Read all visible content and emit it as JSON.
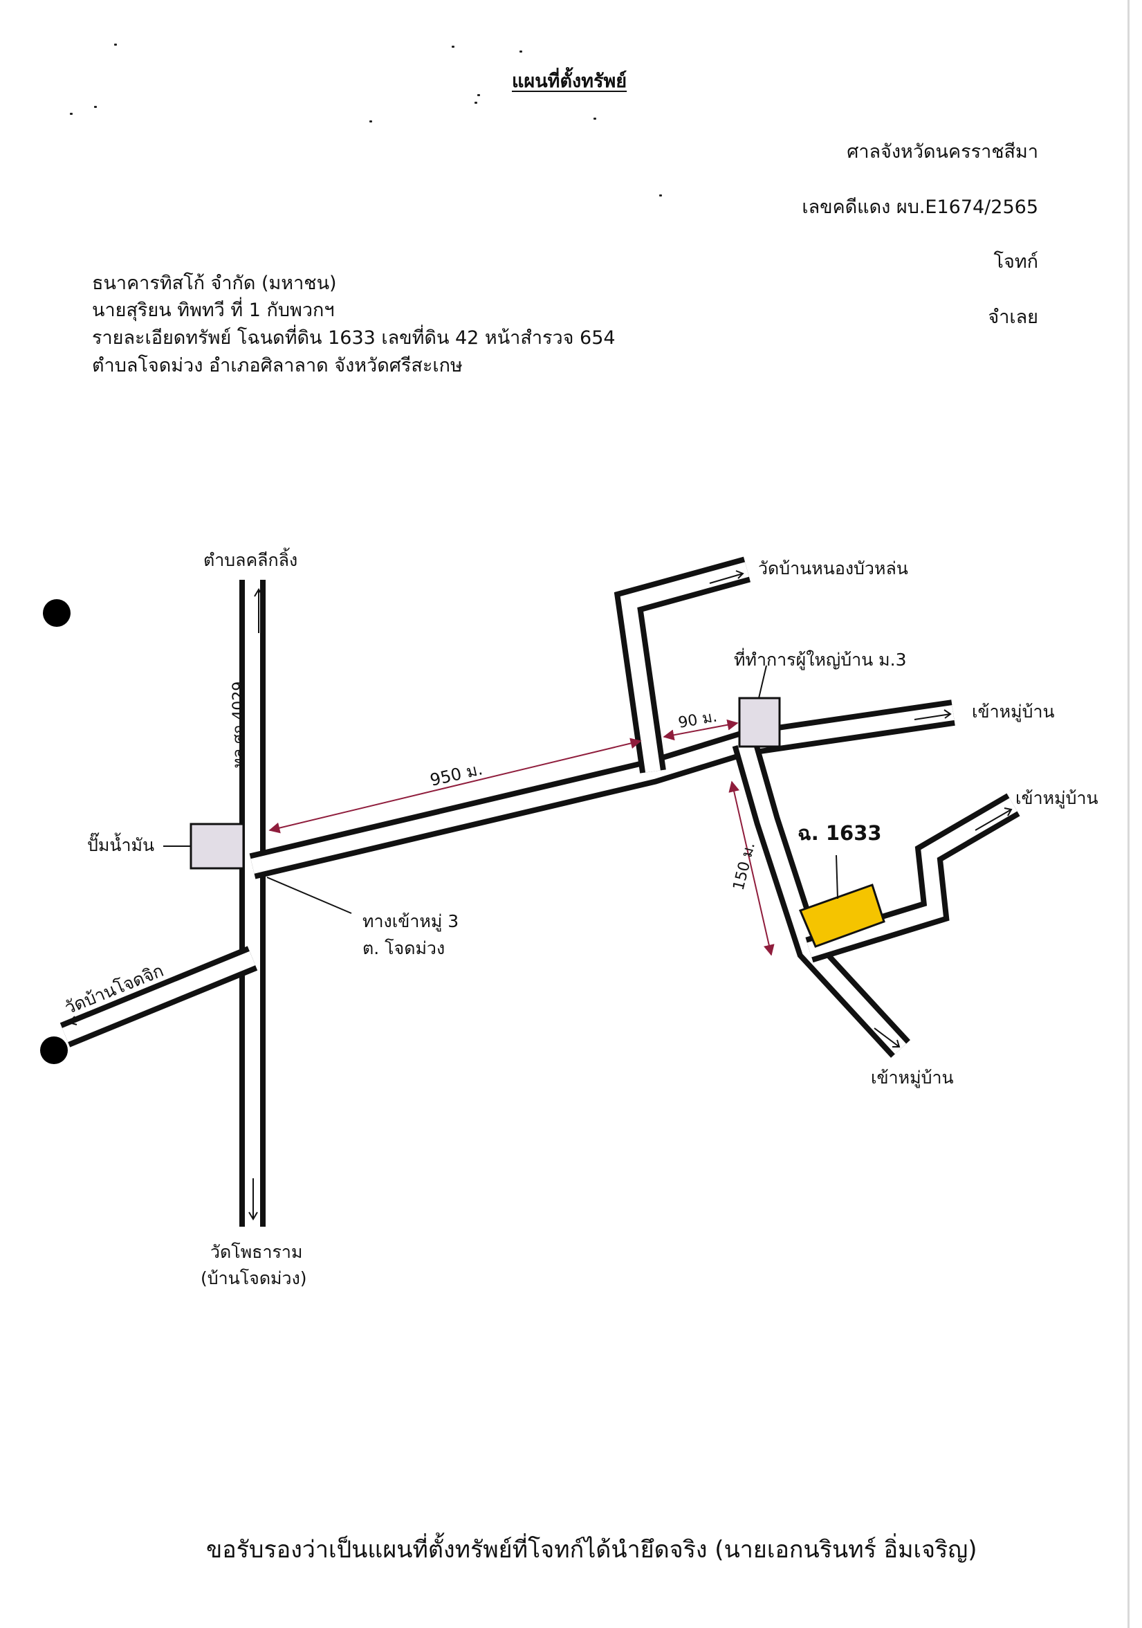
{
  "document": {
    "title": "แผนที่ตั้งทรัพย์",
    "court": "ศาลจังหวัดนครราชสีมา",
    "case_number": "เลขคดีแดง ผบ.E1674/2565",
    "plaintiff_label": "โจทก์",
    "defendant_label": "จำเลย",
    "plaintiff_name": "ธนาคารทิสโก้ จำกัด (มหาชน)",
    "defendant_name": "นายสุริยน  ทิพทวี ที่ 1 กับพวกฯ",
    "property_detail": "รายละเอียดทรัพย์ โฉนดที่ดิน 1633 เลขที่ดิน 42 หน้าสำรวจ 654",
    "property_location": "ตำบลโจดม่วง  อำเภอศิลาลาด  จังหวัดศรีสะเกษ",
    "certification": "ขอรับรองว่าเป็นแผนที่ตั้งทรัพย์ที่โจทก์ได้นำยึดจริง (นายเอกนรินทร์ อิ่มเจริญ)"
  },
  "map": {
    "labels": {
      "north_end": "ตำบลคลีกลิ้ง",
      "south_end_line1": "วัดโพธาราม",
      "south_end_line2": "(บ้านโจดม่วง)",
      "highway": "ทล.ศก.4029",
      "gas_station": "ปั๊มน้ำมัน",
      "entrance_line1": "ทางเข้าหมู่ 3",
      "entrance_line2": "ต. โจดม่วง",
      "west_temple": "วัดบ้านโจดจิก",
      "north_temple": "วัดบ้านหนองบัวหล่น",
      "village_office": "ที่ทำการผู้ใหญ่บ้าน ม.3",
      "to_village_east": "เข้าหมู่บ้าน",
      "to_village_northeast": "เข้าหมู่บ้าน",
      "to_village_south": "เข้าหมู่บ้าน",
      "parcel": "ฉ. 1633"
    },
    "distances": {
      "main_road": "950 ม.",
      "to_office": "90 ม.",
      "to_parcel": "150 ม."
    },
    "colors": {
      "road_outline": "#111111",
      "road_fill": "#ffffff",
      "building_fill": "#e2dde6",
      "parcel_fill": "#f5c400",
      "distance_arrow": "#8f1d3c"
    }
  }
}
